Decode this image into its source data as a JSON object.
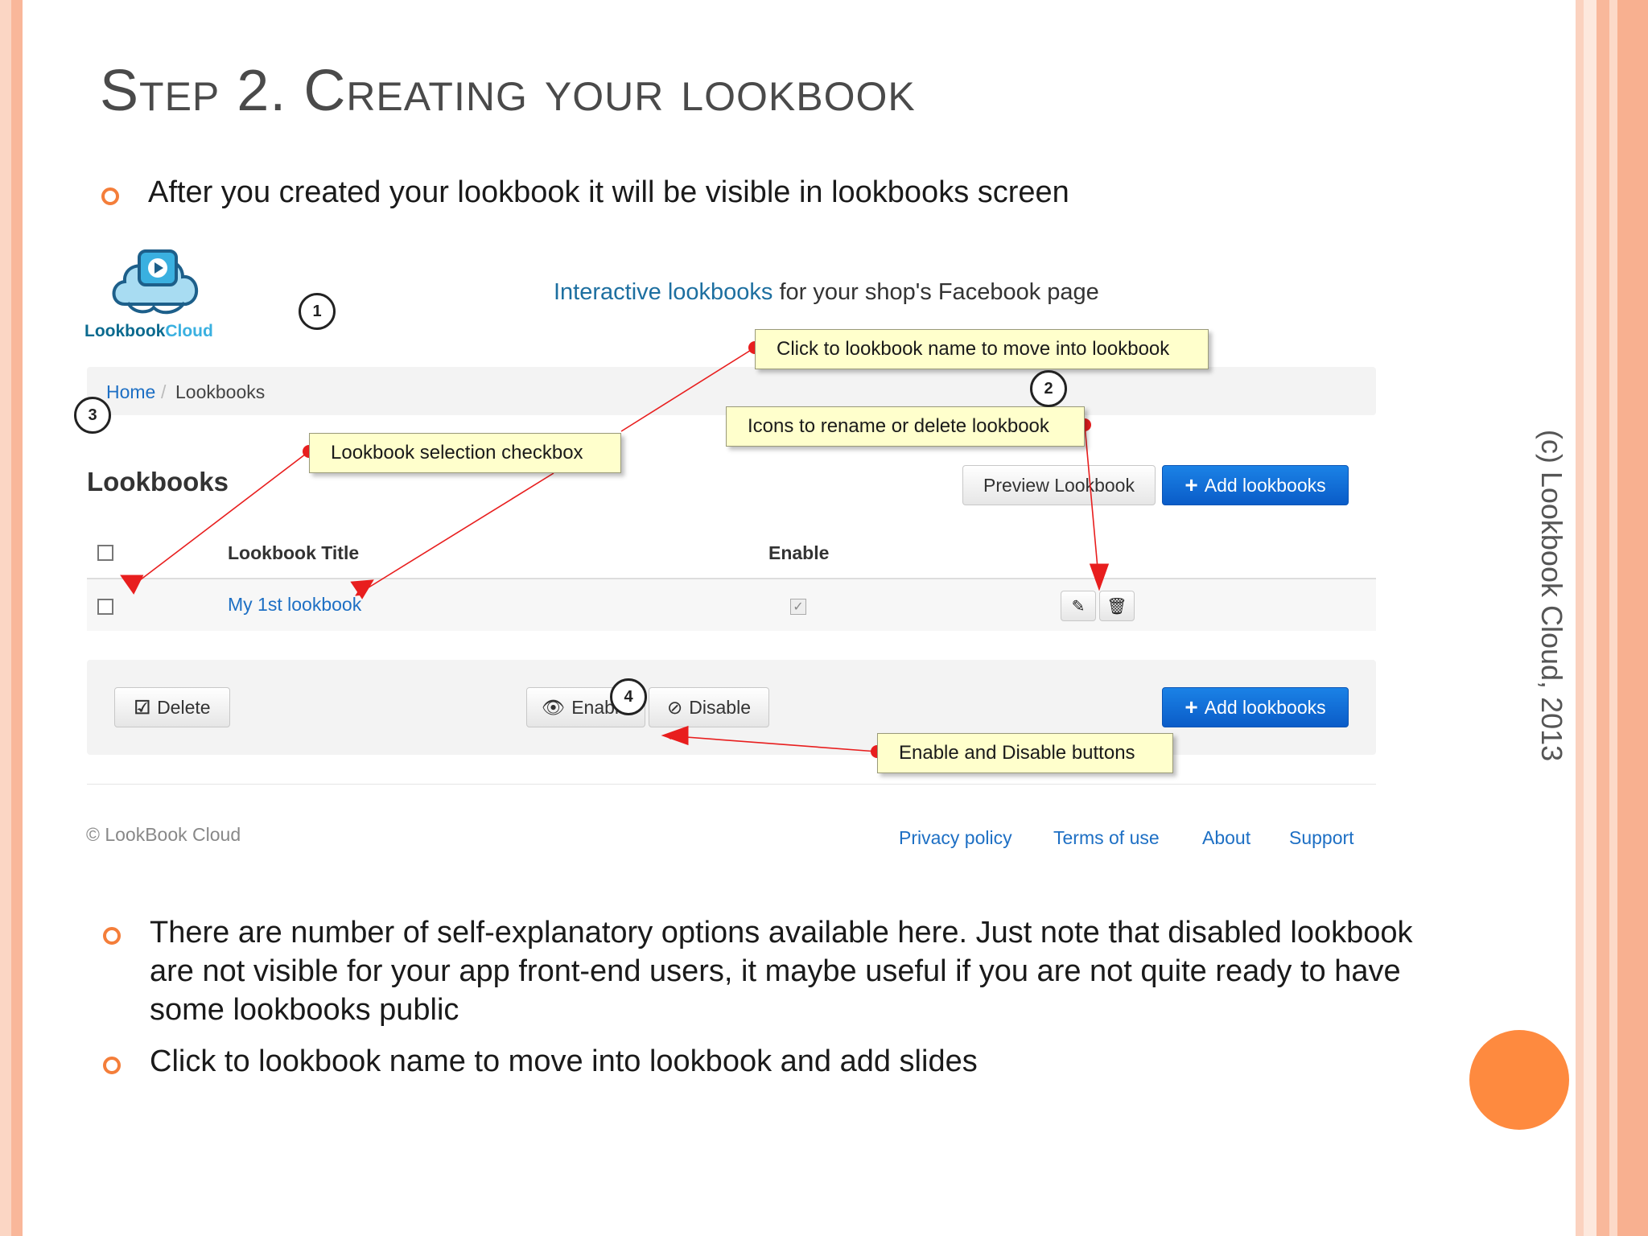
{
  "slide": {
    "title": "Step 2. Creating your lookbook",
    "bullet_1": "After you created your lookbook it will be visible in lookbooks screen",
    "bullet_2": "There are number of self-explanatory options available here. Just note that disabled lookbook are not visible for your app front-end users, it maybe useful if you are not quite ready to have some lookbooks public",
    "bullet_3": "Click to lookbook name to move into lookbook and add slides",
    "side_text": "(c) Lookbook Cloud, 2013"
  },
  "app": {
    "logo_text_1": "Lookbook",
    "logo_text_2": "Cloud",
    "tagline_highlight": "Interactive lookbooks",
    "tagline_rest": " for your shop's Facebook page",
    "breadcrumb": {
      "home": "Home",
      "separator": "/",
      "current": "Lookbooks"
    },
    "heading": "Lookbooks",
    "preview_button": "Preview Lookbook",
    "add_button": "Add lookbooks",
    "table": {
      "headers": {
        "title": "Lookbook Title",
        "enable": "Enable"
      },
      "rows": [
        {
          "title": "My 1st lookbook",
          "enabled": true
        }
      ]
    },
    "actions": {
      "delete": "Delete",
      "enable": "Enable",
      "disable": "Disable"
    },
    "footer": {
      "copyright": "© LookBook Cloud",
      "links": [
        "Privacy policy",
        "Terms of use",
        "About",
        "Support"
      ]
    }
  },
  "callouts": {
    "click_name": "Click to lookbook name to move into lookbook",
    "rename_delete": "Icons to rename or delete lookbook",
    "selection": "Lookbook selection checkbox",
    "enable_disable": "Enable and Disable buttons"
  },
  "markers": [
    "1",
    "2",
    "3",
    "4"
  ],
  "icons": {
    "plus": "plus-icon",
    "pencil": "pencil-icon",
    "trash": "trash-icon",
    "eye": "eye-icon",
    "eye_slash": "eye-slash-icon",
    "edit_box": "edit-box-icon"
  },
  "colors": {
    "accent_orange": "#f47e3a",
    "primary_blue": "#0a5cc8",
    "link_blue": "#1d6fc4",
    "callout_yellow": "#ffffcc",
    "arrow_red": "#e81e1e"
  }
}
